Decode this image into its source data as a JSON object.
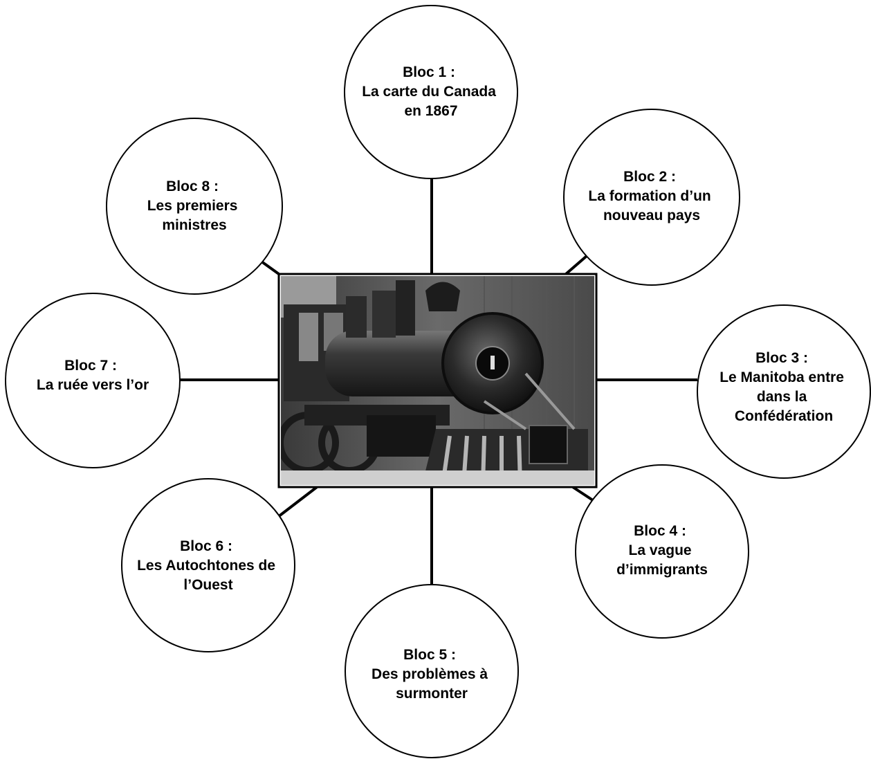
{
  "diagram": {
    "center_image": {
      "subject": "steam-locomotive-photo",
      "style": "black-and-white"
    },
    "nodes": [
      {
        "id": "bloc-1",
        "lines": [
          "Bloc 1 :",
          "La carte du Canada",
          "en 1867"
        ]
      },
      {
        "id": "bloc-2",
        "lines": [
          "Bloc 2 :",
          "La formation d’un",
          "nouveau pays"
        ]
      },
      {
        "id": "bloc-3",
        "lines": [
          "Bloc 3 :",
          "Le Manitoba entre",
          "dans la",
          "Confédération"
        ]
      },
      {
        "id": "bloc-4",
        "lines": [
          "Bloc 4 :",
          "La vague",
          "d’immigrants"
        ]
      },
      {
        "id": "bloc-5",
        "lines": [
          "Bloc 5 :",
          "Des problèmes à",
          "surmonter"
        ]
      },
      {
        "id": "bloc-6",
        "lines": [
          "Bloc 6 :",
          "Les Autochtones de",
          "l’Ouest"
        ]
      },
      {
        "id": "bloc-7",
        "lines": [
          "Bloc 7 :",
          "La ruée vers l’or"
        ]
      },
      {
        "id": "bloc-8",
        "lines": [
          "Bloc 8 :",
          "Les premiers",
          "ministres"
        ]
      }
    ]
  }
}
